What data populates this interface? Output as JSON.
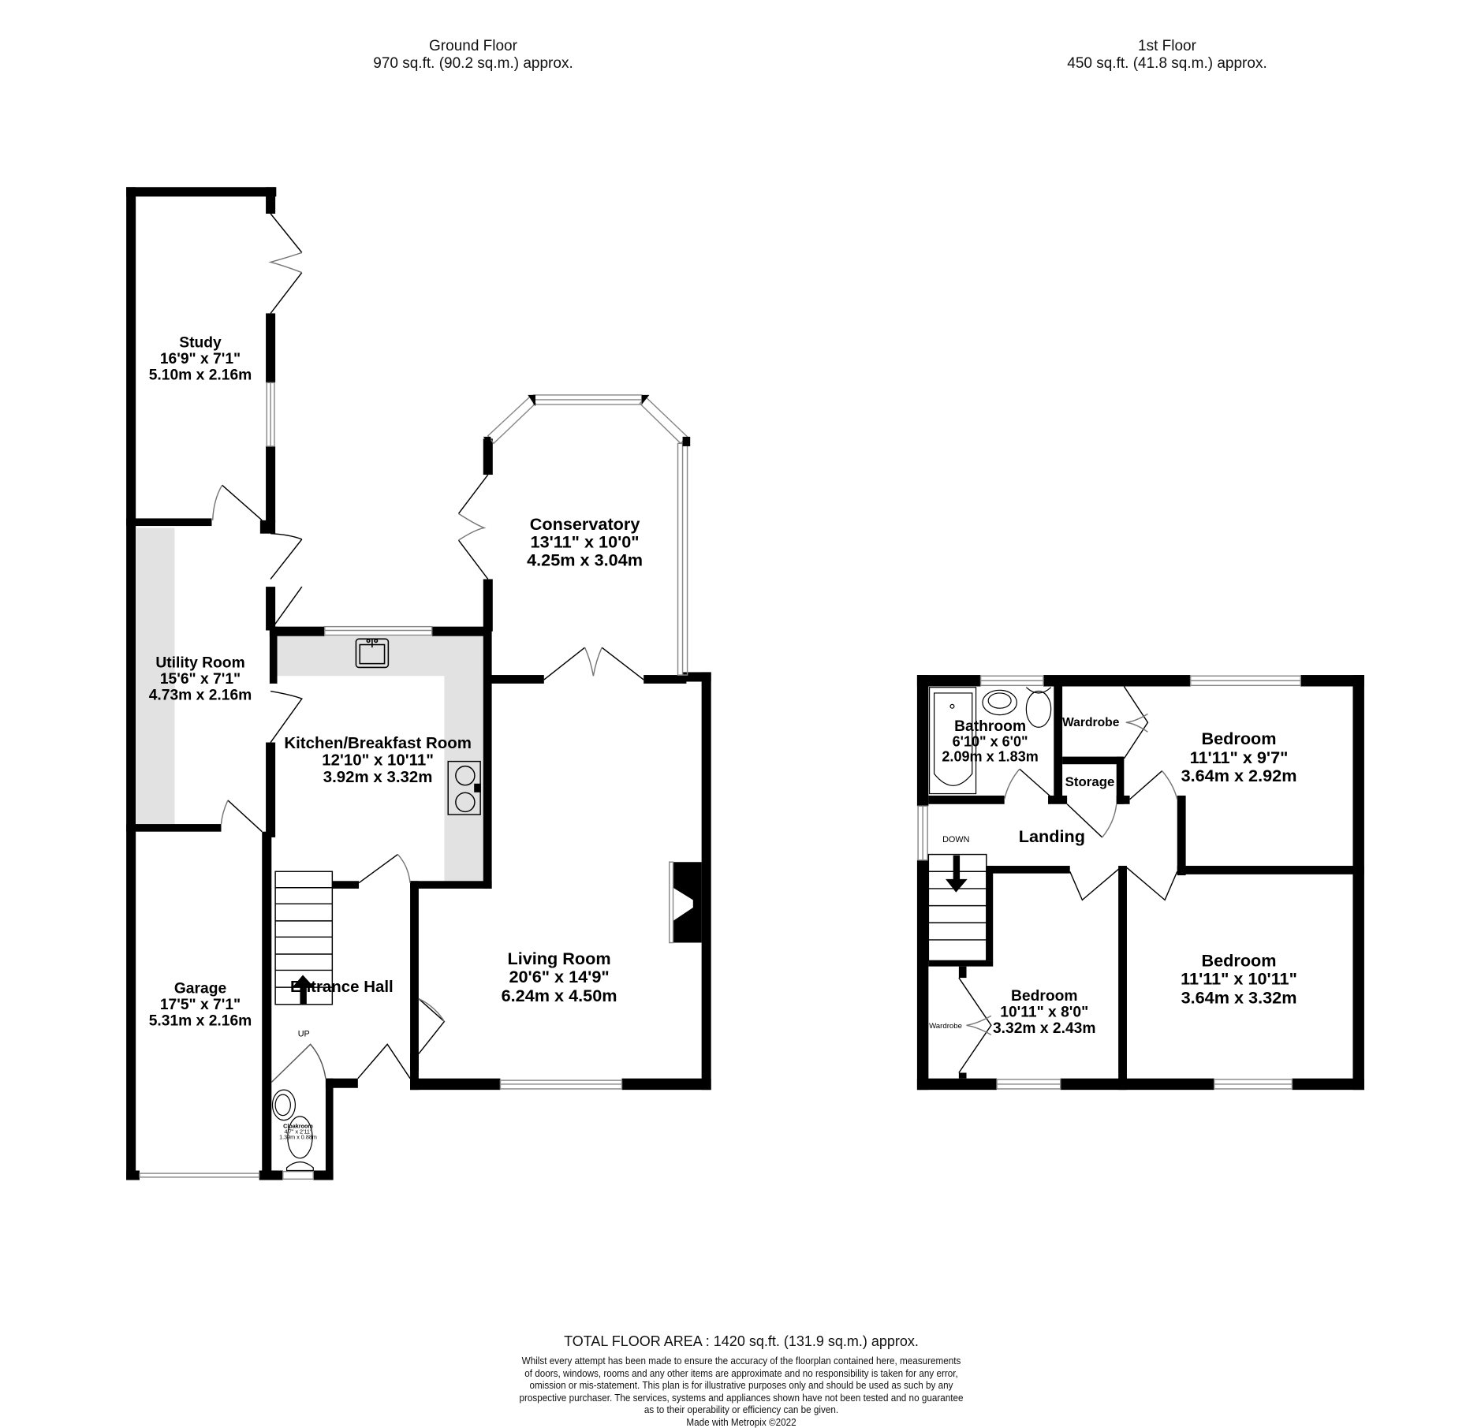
{
  "floors": {
    "ground": {
      "title": "Ground Floor",
      "area": "970 sq.ft. (90.2 sq.m.) approx."
    },
    "first": {
      "title": "1st Floor",
      "area": "450 sq.ft. (41.8 sq.m.) approx."
    }
  },
  "rooms": {
    "study": {
      "name": "Study",
      "imperial": "16'9\"  x 7'1\"",
      "metric": "5.10m  x 2.16m"
    },
    "utility": {
      "name": "Utility Room",
      "imperial": "15'6\"  x 7'1\"",
      "metric": "4.73m  x 2.16m"
    },
    "garage": {
      "name": "Garage",
      "imperial": "17'5\"  x 7'1\"",
      "metric": "5.31m  x 2.16m"
    },
    "kitchen": {
      "name": "Kitchen/Breakfast Room",
      "imperial": "12'10\"  x 10'11\"",
      "metric": "3.92m  x 3.32m"
    },
    "conservatory": {
      "name": "Conservatory",
      "imperial": "13'11\"  x 10'0\"",
      "metric": "4.25m  x 3.04m"
    },
    "living": {
      "name": "Living Room",
      "imperial": "20'6\"  x 14'9\"",
      "metric": "6.24m  x 4.50m"
    },
    "hall": {
      "name": "Entrance Hall",
      "stair_label": "UP"
    },
    "cloakroom": {
      "name": "Cloakroom",
      "imperial": "4'7\" x 2'11\"",
      "metric": "1.39m  x 0.88m"
    },
    "bathroom": {
      "name": "Bathroom",
      "imperial": "6'10\"  x 6'0\"",
      "metric": "2.09m  x 1.83m"
    },
    "wardrobe1": {
      "name": "Wardrobe"
    },
    "storage": {
      "name": "Storage"
    },
    "bedroom1": {
      "name": "Bedroom",
      "imperial": "11'11\"  x 9'7\"",
      "metric": "3.64m  x 2.92m"
    },
    "landing": {
      "name": "Landing",
      "stair_label": "DOWN"
    },
    "bedroom2": {
      "name": "Bedroom",
      "imperial": "10'11\"  x 8'0\"",
      "metric": "3.32m  x 2.43m"
    },
    "wardrobe2": {
      "name": "Wardrobe"
    },
    "bedroom3": {
      "name": "Bedroom",
      "imperial": "11'11\"  x 10'11\"",
      "metric": "3.64m  x 3.32m"
    }
  },
  "footer": {
    "total": "TOTAL FLOOR AREA : 1420 sq.ft. (131.9 sq.m.) approx.",
    "disclaimer": [
      "Whilst every attempt has been made to ensure the accuracy of the floorplan contained here, measurements",
      "of doors, windows, rooms and any other items are approximate and no responsibility is taken for any error,",
      "omission or mis-statement. This plan is for illustrative purposes only and should be used as such by any",
      "prospective purchaser. The services, systems and appliances shown have not been tested and no guarantee",
      "as to their operability or efficiency can be given."
    ],
    "credit": "Made with Metropix ©2022"
  },
  "colors": {
    "wall": "#000000",
    "counter": "#e2e2e2",
    "window": "#888888"
  }
}
